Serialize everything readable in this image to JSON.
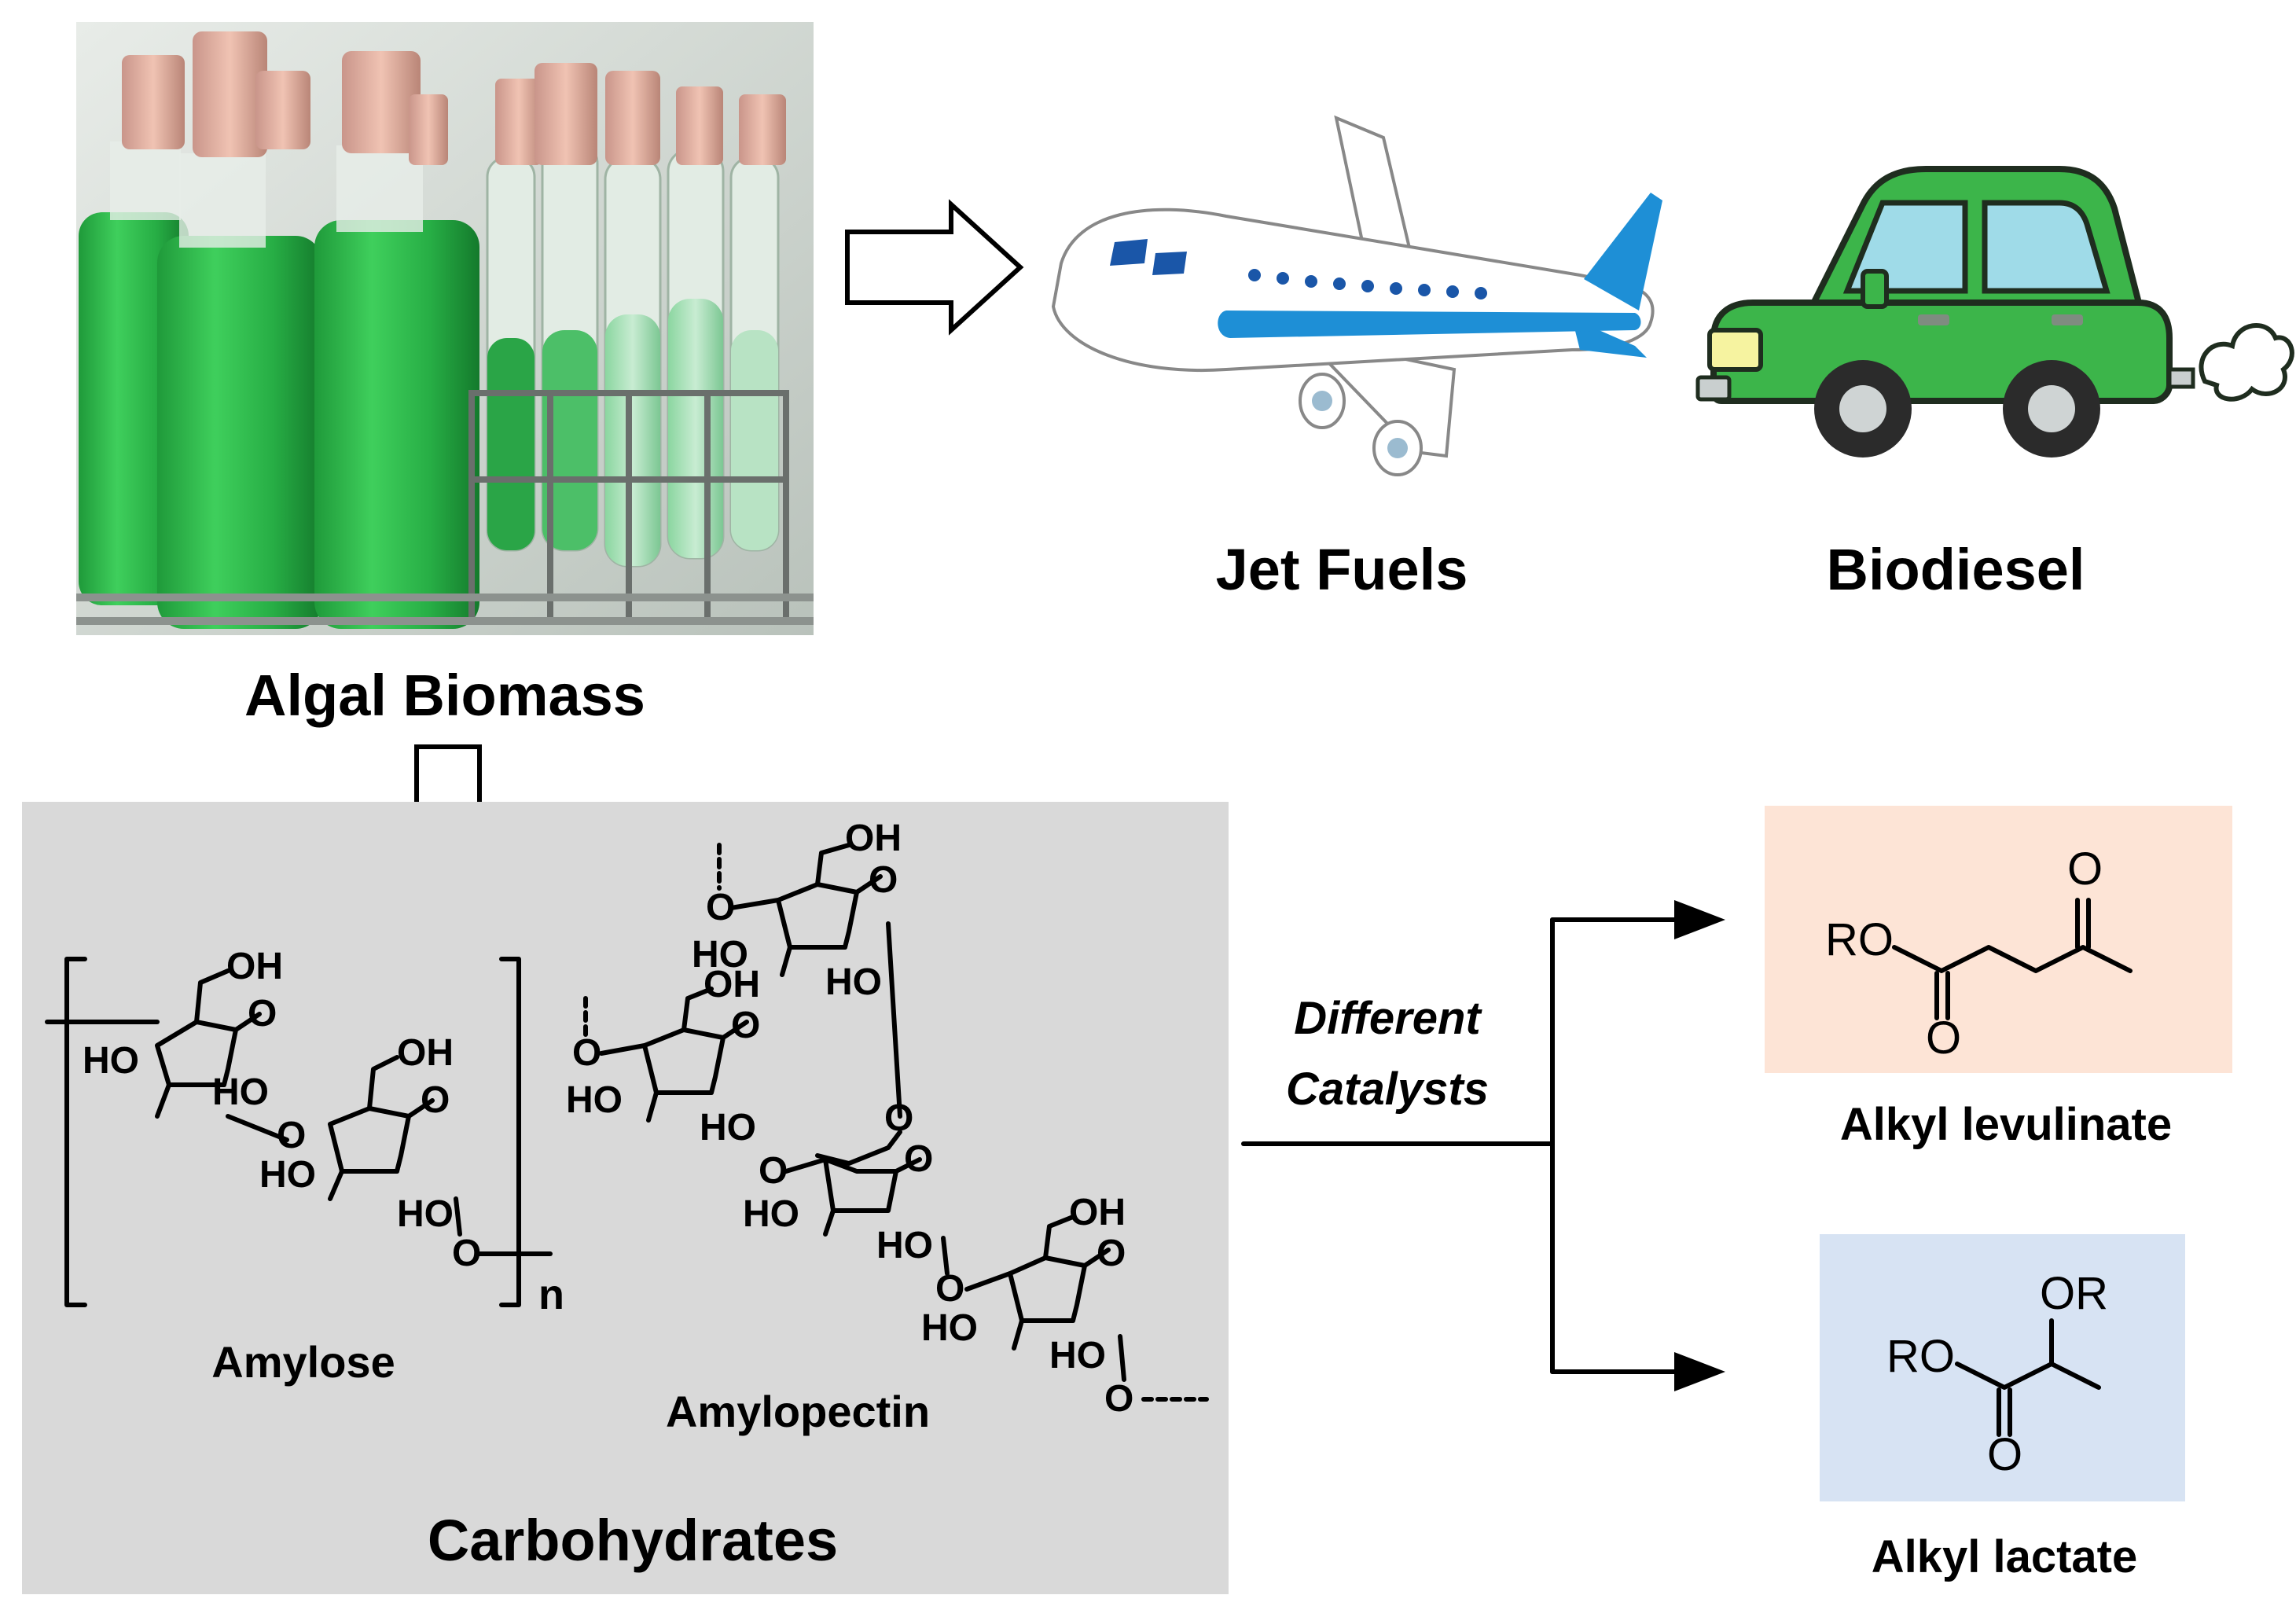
{
  "figure": {
    "algae_label": "Algal Biomass",
    "jet_label": "Jet Fuels",
    "biodiesel_label": "Biodiesel",
    "carbohydrates_label": "Carbohydrates",
    "amylose_label": "Amylose",
    "amylopectin_label": "Amylopectin",
    "catalysts_line1": "Different",
    "catalysts_line2": "Catalysts",
    "levulinate_label": "Alkyl levulinate",
    "lactate_label": "Alkyl lactate",
    "repeat_subscript": "n"
  },
  "chem_text": {
    "OH": "OH",
    "HO": "HO",
    "O": "O",
    "RO": "RO",
    "OR": "OR"
  },
  "colors": {
    "levulinate_text": "#ff1a1a",
    "lactate_text": "#1f6fb7",
    "levulinate_box": "#fde4d6",
    "lactate_box": "#d7e3f3",
    "carbohydrate_box": "#d9d9d9",
    "algae_green": "#2fb34a",
    "plane_blue": "#1e8fd6",
    "car_green": "#3cb54a"
  },
  "icons": [
    "algae-culture-photo",
    "hollow-arrow-right",
    "hollow-arrow-down",
    "airplane-icon",
    "car-icon",
    "exhaust-cloud-icon"
  ]
}
